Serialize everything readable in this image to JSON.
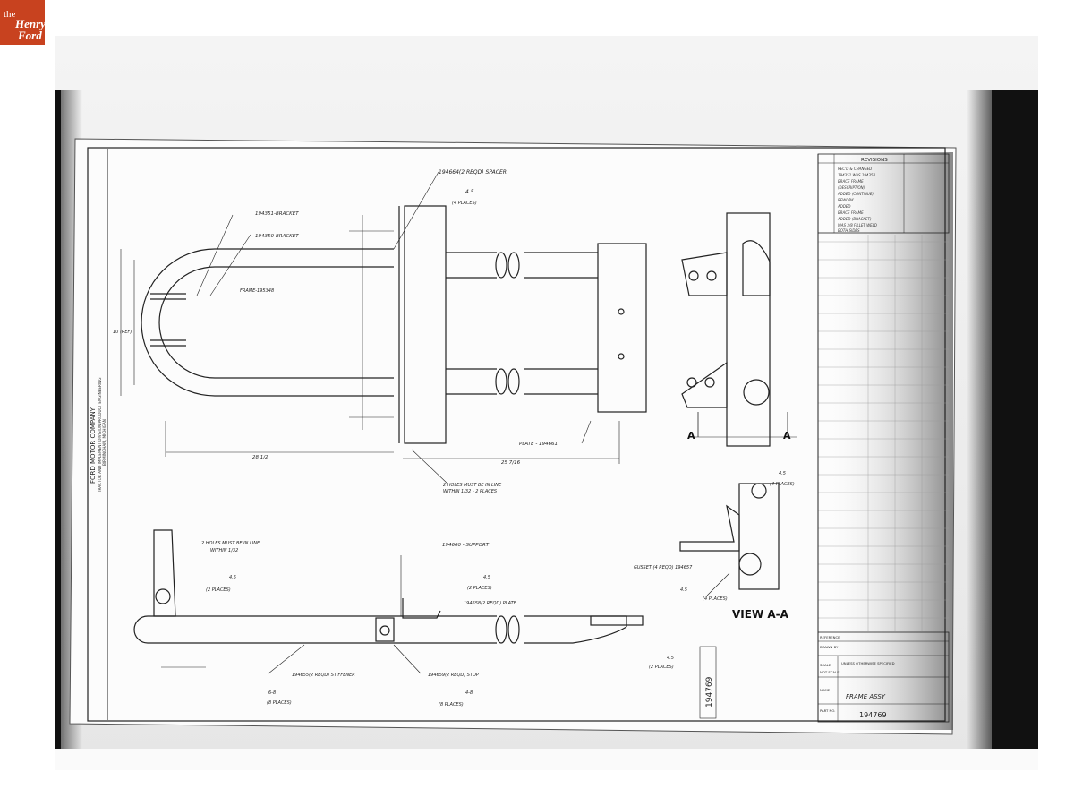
{
  "logo": {
    "the": "the",
    "henry": "Henry",
    "ford": "Ford"
  },
  "drawing": {
    "company_vertical": "FORD MOTOR COMPANY",
    "division_vertical": "TRACTOR AND IMPLEMENT DIVISION PRODUCT ENGINEERING",
    "location_vertical": "BIRMINGHAM, MICHIGAN",
    "callouts": {
      "spacer": "194664(2 REQD) SPACER",
      "bracket_1": "194351-BRACKET",
      "bracket_2": "194350-BRACKET",
      "frame": "FRAME-195348",
      "weld_top": "4.5",
      "weld_top_places": "(4 PLACES)",
      "plate": "PLATE - 194661",
      "holes_in_line": "2 HOLES MUST BE IN LINE",
      "within_places": "WITHIN 1/32 - 2 PLACES",
      "holes_in_line_2": "2 HOLES MUST BE IN LINE",
      "within_2": "WITHIN 1/32",
      "support": "194660 - SUPPORT",
      "weld_mid": "4.5",
      "weld_mid_places": "(2 PLACES)",
      "plate_2": "194658(2 REQD) PLATE",
      "weld_left": "4.5",
      "weld_left_places": "(2 PLACES)",
      "stiffener": "194655(2 REQD) STIFFENER",
      "stop": "194659(2 REQD) STOP",
      "weld_68": "6-8",
      "weld_68_places": "(8 PLACES)",
      "weld_bottom": "4-8",
      "weld_bottom_places": "(8 PLACES)",
      "weld_right": "4.5",
      "weld_right_places": "(2 PLACES)",
      "gusset": "GUSSET (4 REQD) 194657",
      "weld_gusset": "4.5",
      "weld_gusset_places": "(4 PLACES)",
      "weld_side": "4.5",
      "weld_side_places": "(4 PLACES)",
      "view_aa": "VIEW A-A",
      "section_a": "A",
      "dim_10": "10 (REF)",
      "dim_25": "25 7/16",
      "dim_28": "28 1/2"
    },
    "revisions": {
      "header": "REVISIONS",
      "rows": [
        "REC'D & CHANGED",
        "194351 WAS 194350",
        "BRACE FRAME",
        "(DESCRIPTION)",
        "ADDED (CONTINUE)",
        "REWORK",
        "ADDED",
        "BRACE FRAME",
        "ADDED (BRACKET)",
        "WAS 3/8 FILLET WELD",
        "BOTH SIDES"
      ]
    },
    "title_block": {
      "reference": "REFERENCE",
      "drawn_by": "DRAWN BY",
      "scale_label": "SCALE",
      "scale": "NOT SCALE",
      "unless": "UNLESS OTHERWISE SPECIFIED",
      "name_label": "NAME",
      "name": "FRAME ASSY",
      "part_label": "PART NO.",
      "part_no": "194769",
      "part_no_vertical": "194769"
    }
  }
}
